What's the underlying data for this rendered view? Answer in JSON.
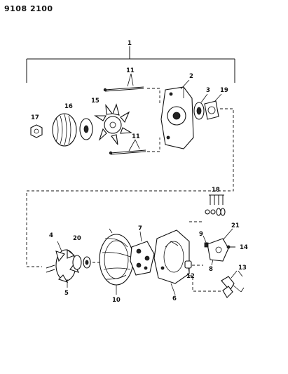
{
  "header": {
    "doc_number": "9108 2100"
  },
  "callouts": {
    "c1": "1",
    "c2": "2",
    "c3": "3",
    "c4": "4",
    "c5": "5",
    "c6": "6",
    "c7": "7",
    "c8": "8",
    "c9": "9",
    "c10": "10",
    "c11a": "11",
    "c11b": "11",
    "c12": "12",
    "c13": "13",
    "c14": "14",
    "c15": "15",
    "c16": "16",
    "c17": "17",
    "c18": "18",
    "c19": "19",
    "c20": "20",
    "c21": "21"
  },
  "colors": {
    "ink": "#111111",
    "paper": "#ffffff"
  }
}
